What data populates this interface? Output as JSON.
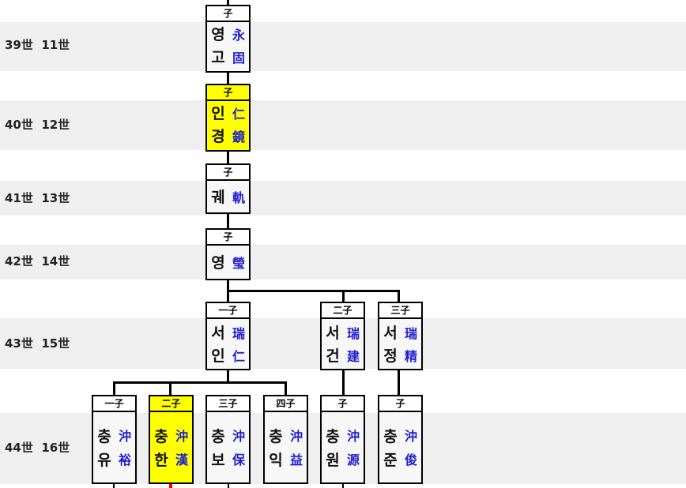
{
  "generations": [
    {
      "label": "39世  11世"
    },
    {
      "label": "40世  12世"
    },
    {
      "label": "41世  13世"
    },
    {
      "label": "42世  14世"
    },
    {
      "label": "43世  15世"
    },
    {
      "label": "44世  16世"
    }
  ],
  "persons": {
    "yeonggo": {
      "order": "子",
      "kor": [
        "영",
        "고"
      ],
      "han": [
        "永",
        "固"
      ],
      "highlight": false
    },
    "ingyeong": {
      "order": "子",
      "kor": [
        "인",
        "경"
      ],
      "han": [
        "仁",
        "鏡"
      ],
      "highlight": true
    },
    "gwe": {
      "order": "子",
      "kor": [
        "궤"
      ],
      "han": [
        "軌"
      ],
      "highlight": false
    },
    "yeong": {
      "order": "子",
      "kor": [
        "영"
      ],
      "han": [
        "瑩"
      ],
      "highlight": false
    },
    "seoin": {
      "order": "一子",
      "kor": [
        "서",
        "인"
      ],
      "han": [
        "瑞",
        "仁"
      ],
      "highlight": false
    },
    "seogeon": {
      "order": "二子",
      "kor": [
        "서",
        "건"
      ],
      "han": [
        "瑞",
        "建"
      ],
      "highlight": false
    },
    "seojeong": {
      "order": "三子",
      "kor": [
        "서",
        "정"
      ],
      "han": [
        "瑞",
        "精"
      ],
      "highlight": false
    },
    "chungyu": {
      "order": "一子",
      "kor": [
        "충",
        "유"
      ],
      "han": [
        "沖",
        "裕"
      ],
      "highlight": false
    },
    "chunghan": {
      "order": "二子",
      "kor": [
        "충",
        "한"
      ],
      "han": [
        "沖",
        "漢"
      ],
      "highlight": true
    },
    "chungbo": {
      "order": "三子",
      "kor": [
        "충",
        "보"
      ],
      "han": [
        "沖",
        "保"
      ],
      "highlight": false
    },
    "chungik": {
      "order": "四子",
      "kor": [
        "충",
        "익"
      ],
      "han": [
        "沖",
        "益"
      ],
      "highlight": false
    },
    "chungwon": {
      "order": "子",
      "kor": [
        "충",
        "원"
      ],
      "han": [
        "沖",
        "源"
      ],
      "highlight": false
    },
    "chungjun": {
      "order": "子",
      "kor": [
        "충",
        "준"
      ],
      "han": [
        "沖",
        "俊"
      ],
      "highlight": false
    }
  },
  "colors": {
    "highlight": "#ffff00",
    "hanja": "#1d1dcf",
    "band": "#efefef",
    "lineage_marker": "#ff0000"
  }
}
